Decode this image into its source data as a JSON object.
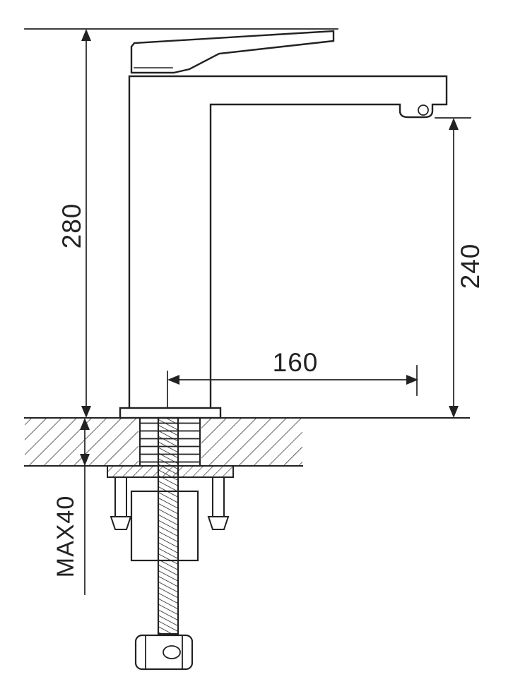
{
  "drawing": {
    "background_color": "#ffffff",
    "line_color": "#222222",
    "dimension_labels": {
      "overall_height": "280",
      "outlet_height": "240",
      "spout_reach": "160",
      "max_mounting_thickness": "MAX40"
    }
  }
}
